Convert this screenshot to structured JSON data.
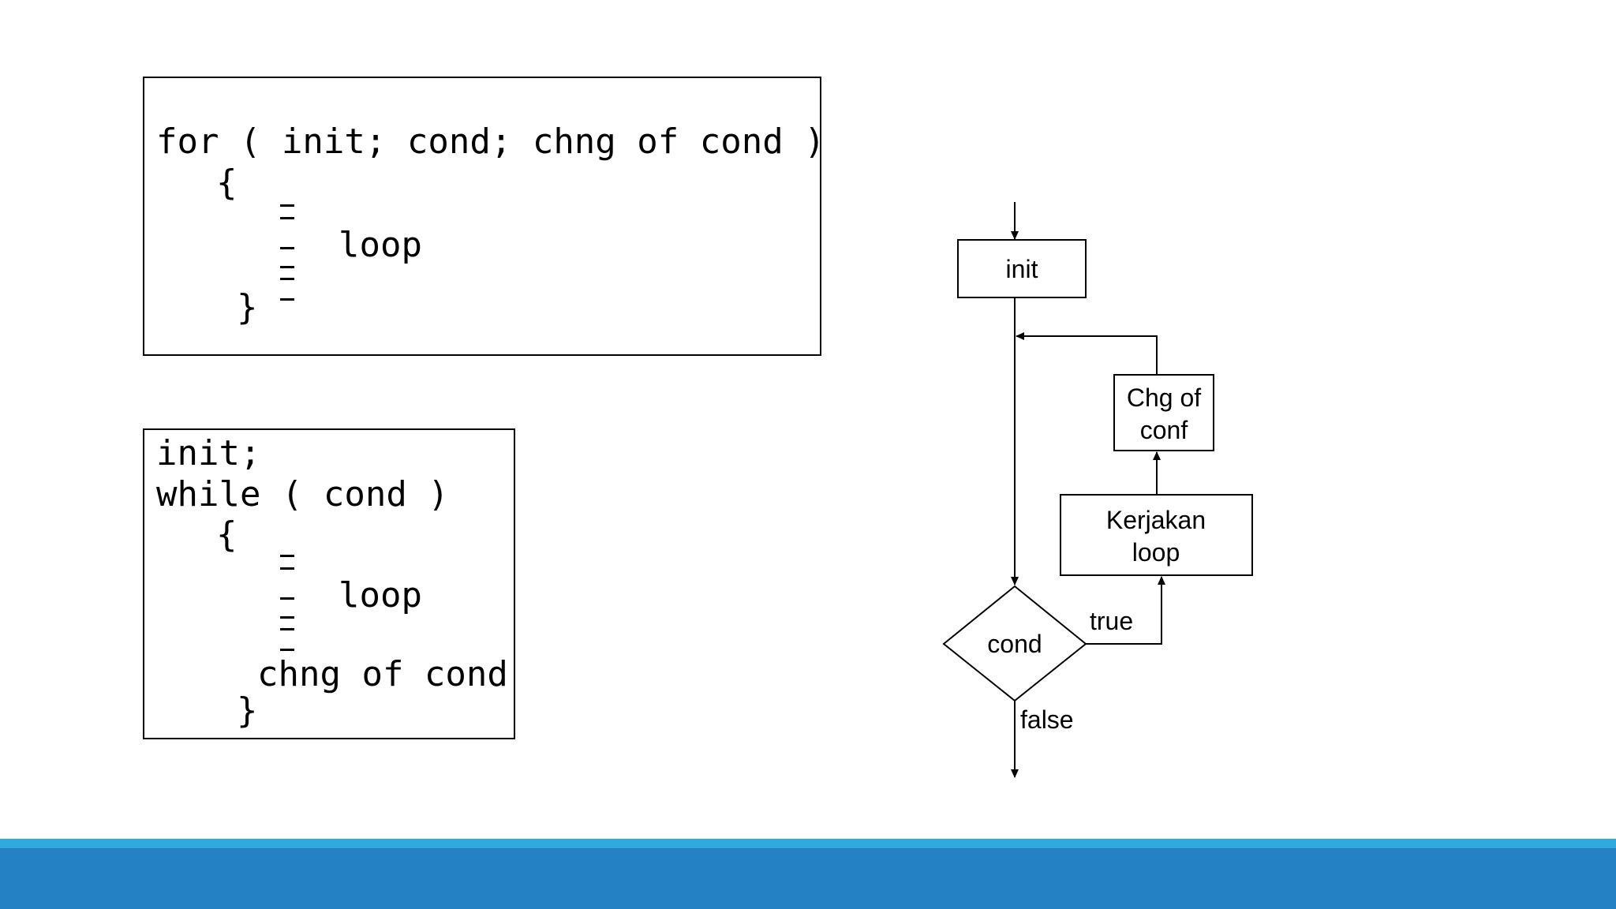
{
  "for_code": {
    "line1": "for ( init; cond; chng of cond )",
    "open_brace": "{",
    "loop": "loop",
    "close_brace": "}"
  },
  "while_code": {
    "line1": "init;",
    "line2": "while ( cond )",
    "open_brace": "{",
    "loop": "loop",
    "chng": "chng of cond",
    "close_brace": "}"
  },
  "flowchart": {
    "init": "init",
    "chg_line1": "Chg of",
    "chg_line2": "conf",
    "kerjakan_line1": "Kerjakan",
    "kerjakan_line2": "loop",
    "cond": "cond",
    "true_label": "true",
    "false_label": "false",
    "true_color": "#b5310c",
    "false_color": "#2a7fc0"
  },
  "colors": {
    "bar_light": "#2eaadf",
    "bar_dark": "#2481c3"
  }
}
